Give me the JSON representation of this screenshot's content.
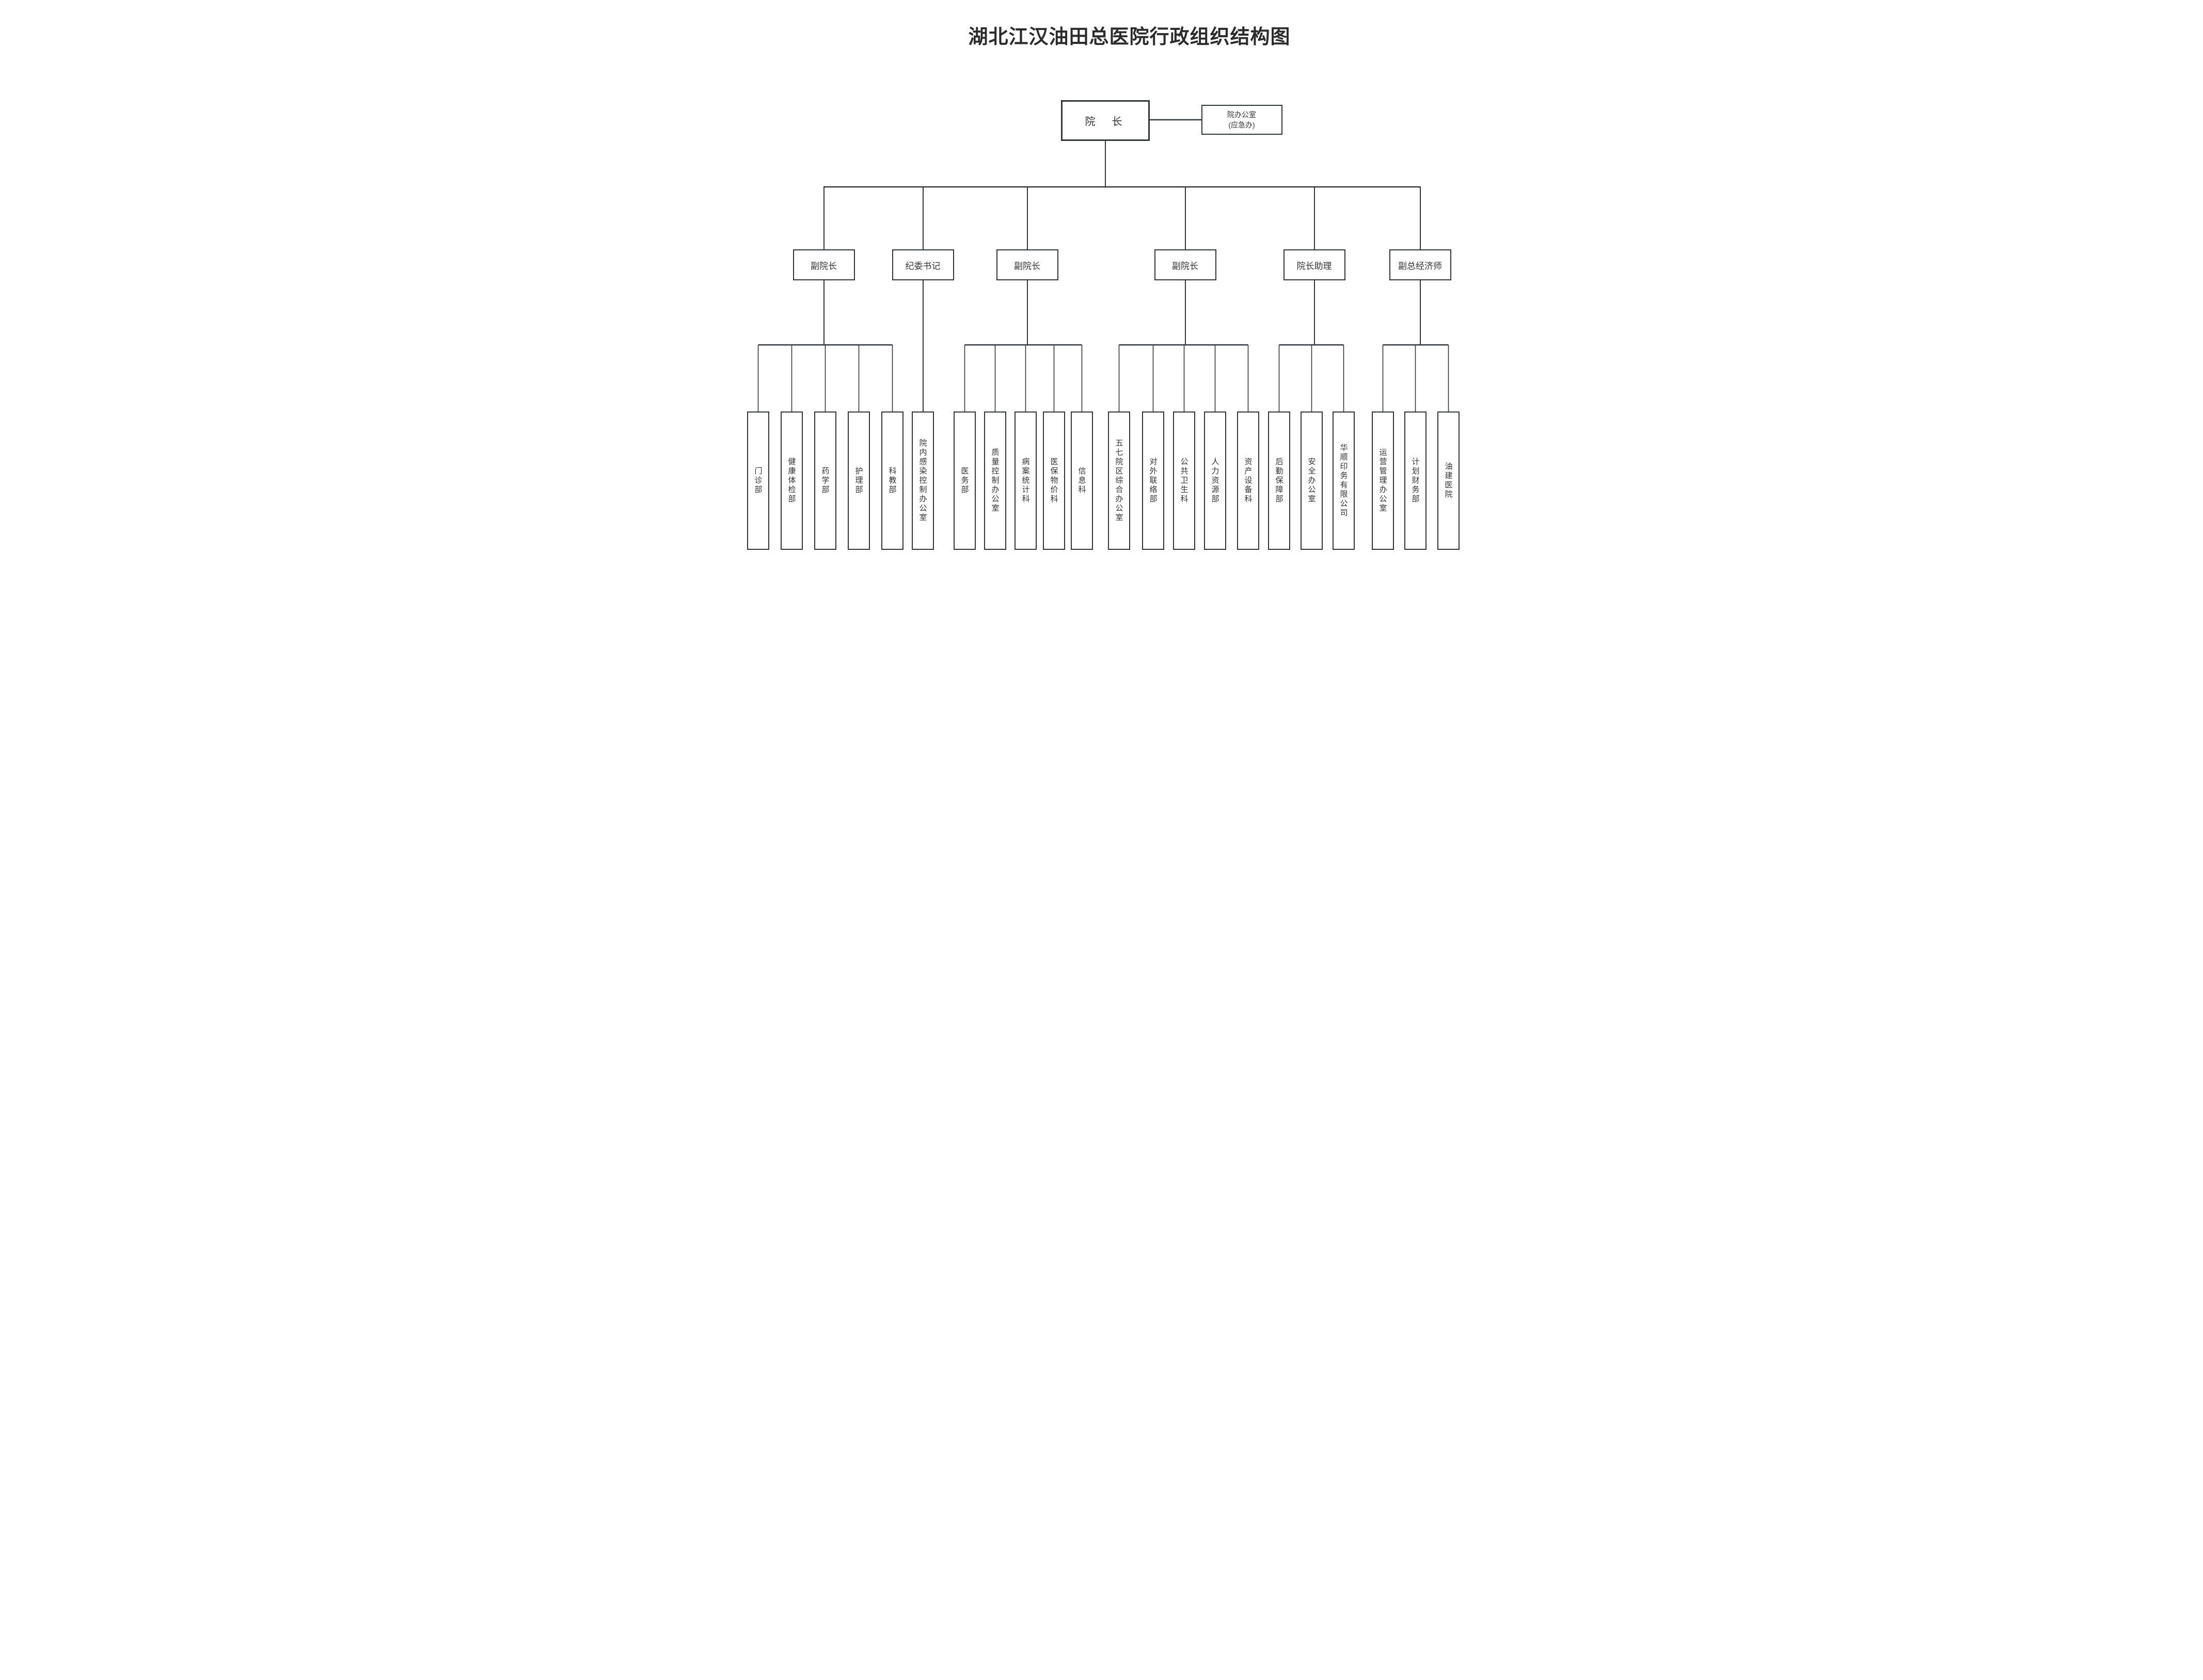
{
  "title": "湖北江汉油田总医院行政组织结构图",
  "colors": {
    "line": "#31363b",
    "text": "#333333",
    "background": "#ffffff"
  },
  "org": {
    "root": {
      "label": "院　长"
    },
    "office": {
      "line1": "院办公室",
      "line2": "(应急办)"
    },
    "executives": [
      {
        "label": "副院长",
        "children": [
          "门诊部",
          "健康体检部",
          "药学部",
          "护理部",
          "科教部"
        ]
      },
      {
        "label": "纪委书记",
        "children": [
          "院内感染控制办公室"
        ]
      },
      {
        "label": "副院长",
        "children": [
          "医务部",
          "质量控制办公室",
          "病案统计科",
          "医保物价科",
          "信息科"
        ]
      },
      {
        "label": "副院长",
        "children": [
          "五七院区综合办公室",
          "对外联络部",
          "公共卫生科",
          "人力资源部",
          "资产设备科"
        ]
      },
      {
        "label": "院长助理",
        "children": [
          "后勤保障部",
          "安全办公室",
          "华顺印务有限公司"
        ]
      },
      {
        "label": "副总经济师",
        "children": [
          "运营管理办公室",
          "计划财务部",
          "油建医院"
        ]
      }
    ]
  }
}
